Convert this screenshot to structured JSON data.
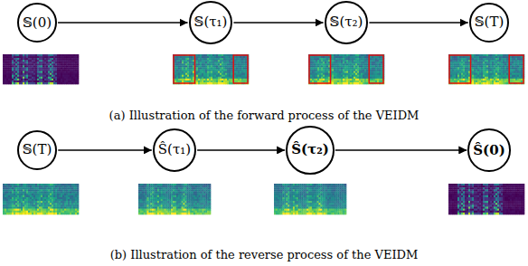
{
  "diagram": {
    "nodes": [
      {
        "text": [
          "𝕊(0)"
        ]
      },
      {
        "text": [
          "𝕊(τ₁)"
        ]
      },
      {
        "text": [
          "𝕊(τ₂)"
        ]
      },
      {
        "text": [
          "𝕊(T)"
        ]
      },
      {
        "text": [
          "𝕊(T)"
        ]
      },
      {
        "text": [
          "Ŝ(τ₁)"
        ]
      },
      {
        "text": [
          "Ŝ(τ₂)"
        ]
      },
      {
        "text": [
          "Ŝ(0)"
        ]
      }
    ],
    "edges": [
      {
        "from": 0,
        "to": 1,
        "arrow": "to"
      },
      {
        "from": 1,
        "to": 2,
        "arrow": "to"
      },
      {
        "from": 2,
        "to": 3,
        "arrow": "to"
      },
      {
        "from": 4,
        "to": 5,
        "arrow": "to"
      },
      {
        "from": 5,
        "to": 6,
        "arrow": "to"
      },
      {
        "from": 6,
        "to": 7,
        "arrow": "to"
      }
    ],
    "labels": [
      "(a) Illustration of the forward process of the VEIDM",
      "(b) Illustration of the reverse process of the VEIDM"
    ]
  }
}
